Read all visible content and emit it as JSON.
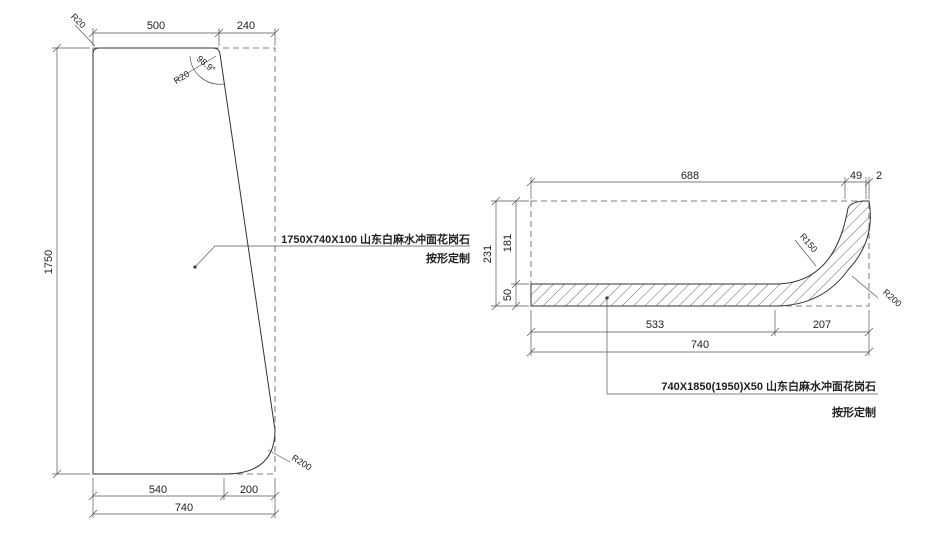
{
  "colors": {
    "line": "#333333",
    "hatch": "#666666",
    "background": "#ffffff"
  },
  "left_view": {
    "dims": {
      "top_a": "500",
      "top_b": "240",
      "height": "1750",
      "bottom_a": "540",
      "bottom_b": "200",
      "bottom_total": "740",
      "radius_top_left": "R20",
      "radius_top_inner": "R20",
      "angle": "98.9°",
      "radius_bottom": "R200"
    },
    "note": {
      "line1": "1750X740X100 山东白麻水冲面花岗石",
      "line2": "按形定制"
    }
  },
  "right_view": {
    "dims": {
      "top_a": "688",
      "top_b": "49",
      "top_c": "2",
      "height_total": "231",
      "height_upper": "181",
      "height_lower": "50",
      "radius_inner": "R150",
      "radius_outer": "R200",
      "bottom_a": "533",
      "bottom_b": "207",
      "bottom_total": "740"
    },
    "note": {
      "line1": "740X1850(1950)X50 山东白麻水冲面花岗石",
      "line2": "按形定制"
    }
  }
}
